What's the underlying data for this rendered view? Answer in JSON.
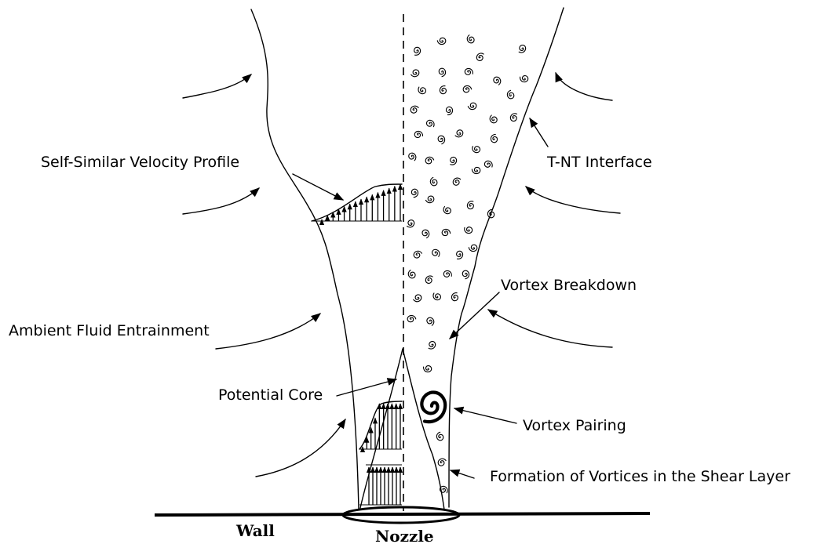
{
  "labels": {
    "self_similar": "Self-Similar Velocity Profile",
    "tnt_interface": "T-NT Interface",
    "vortex_breakdown": "Vortex Breakdown",
    "ambient_entrainment": "Ambient Fluid Entrainment",
    "potential_core": "Potential Core",
    "vortex_pairing": "Vortex Pairing",
    "vortex_formation": "Formation of Vortices in the Shear Layer",
    "wall": "Wall",
    "nozzle": "Nozzle"
  },
  "colors": {
    "ink": "#000000",
    "background": "#ffffff"
  },
  "icons": [
    "arrow-icon",
    "vortex-swirl-icon"
  ]
}
